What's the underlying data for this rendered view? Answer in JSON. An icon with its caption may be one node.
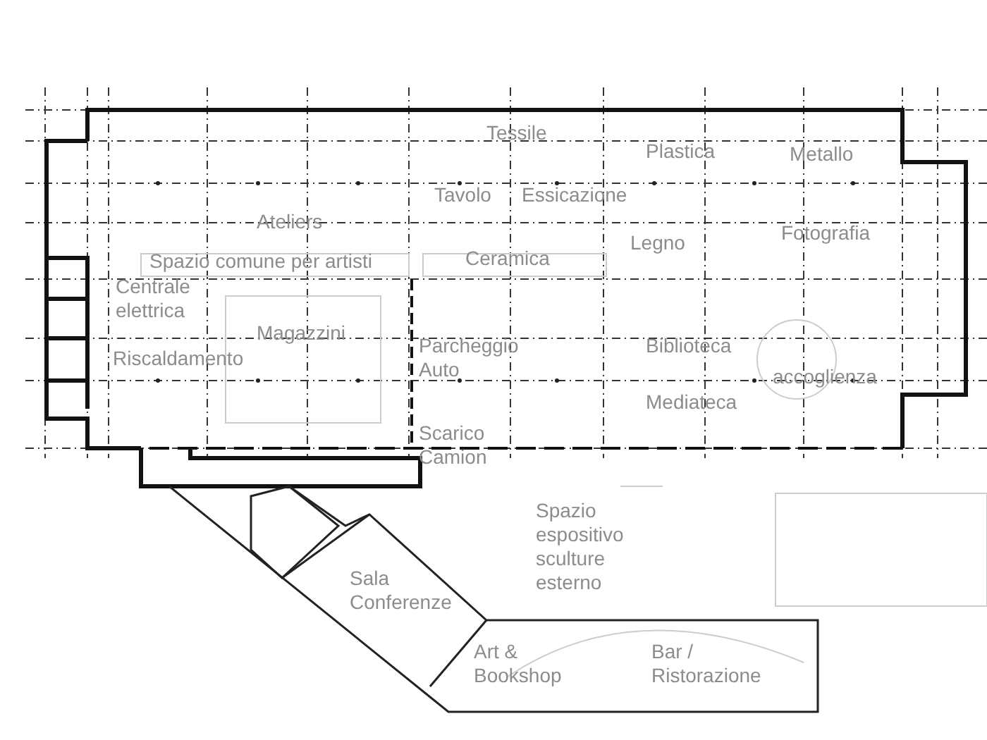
{
  "diagram": {
    "labels": [
      "Tessile",
      "Plastica",
      "Metallo",
      "Tavolo",
      "Essicazione",
      "Ateliers",
      "Legno",
      "Fotografia",
      "Spazio comune per artisti",
      "Ceramica",
      "Centrale elettrica",
      "Magazzini",
      "Parcheggio Auto",
      "Biblioteca",
      "Riscaldamento",
      "accoglienza",
      "Mediateca",
      "Scarico Camion",
      "Spazio espositivo sculture esterno",
      "Sala Conferenze",
      "Art & Bookshop",
      "Bar / Ristorazione"
    ]
  }
}
